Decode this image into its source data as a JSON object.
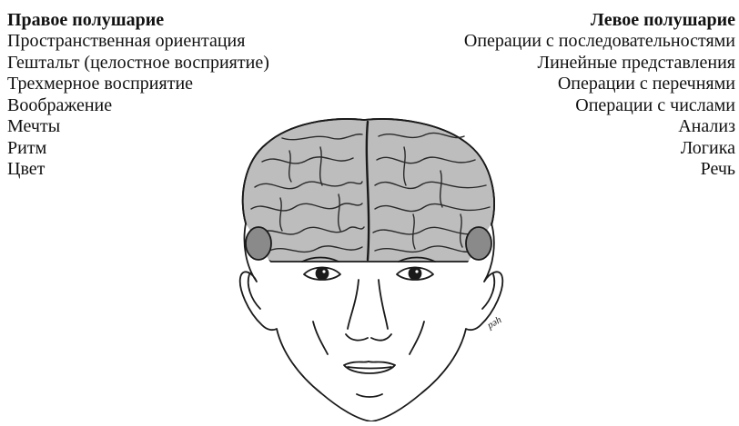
{
  "right_hemisphere": {
    "title": "Правое полушарие",
    "items": [
      "Пространственная ориентация",
      "Гештальт (целостное восприятие)",
      "Трехмерное восприятие",
      "Воображение",
      "Мечты",
      "Ритм",
      "Цвет"
    ]
  },
  "left_hemisphere": {
    "title": "Левое полушарие",
    "items": [
      "Операции с последовательностями",
      "Линейные представления",
      "Операции с перечнями",
      "Операции с числами",
      "Анализ",
      "Логика",
      "Речь"
    ]
  },
  "illustration": {
    "icon": "head-with-brain-icon",
    "line_color": "#1a1a1a",
    "brain_fill": "#bdbdbd",
    "brain_shadow": "#8a8a8a",
    "signature": "pǝh"
  }
}
